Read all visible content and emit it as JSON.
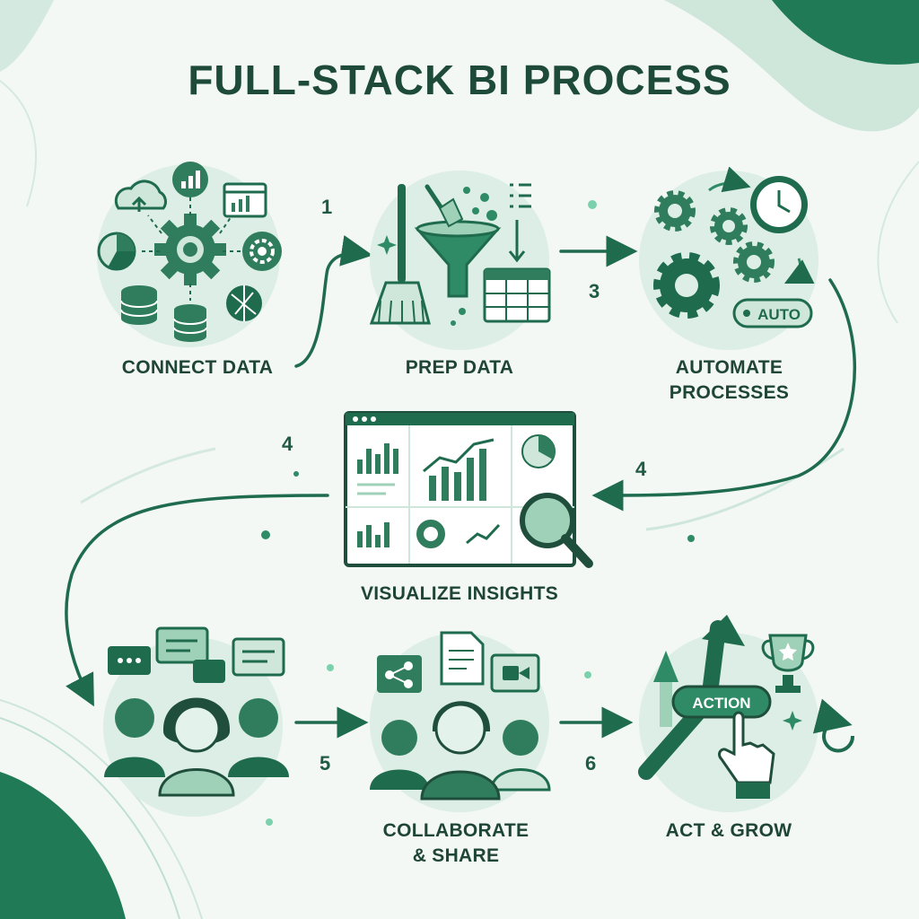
{
  "title": "FULL-STACK BI PROCESS",
  "steps": [
    {
      "label": "CONNECT DATA"
    },
    {
      "label": "PREP DATA"
    },
    {
      "label": "AUTOMATE PROCESSES"
    },
    {
      "label": "VISUALIZE INSIGHTS"
    },
    {
      "label": "COLLABORATE & SHARE"
    },
    {
      "label": "ACT & GROW"
    }
  ],
  "step_numbers": [
    "1",
    "3",
    "4",
    "4",
    "5",
    "6"
  ],
  "badges": {
    "auto": "AUTO",
    "action": "ACTION"
  },
  "colors": {
    "dark": "#1f6b4e",
    "mid": "#2f8a66",
    "light": "#9fd0b8",
    "pale": "#d9ece3",
    "bg": "#f3f8f5"
  }
}
